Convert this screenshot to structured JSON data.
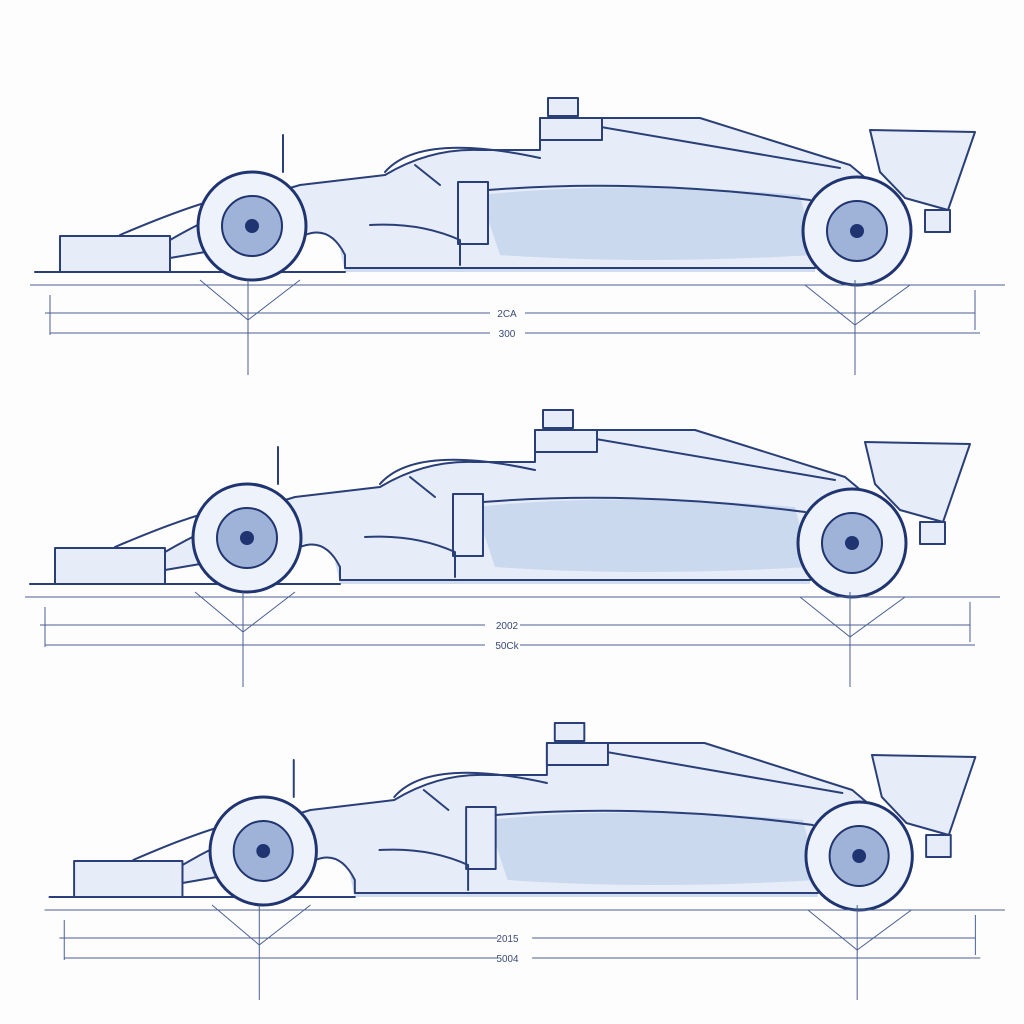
{
  "colors": {
    "ink": "#2a3f78",
    "fill": "#e6edf8",
    "shade": "#c4d3ec",
    "background": "#fdfdfd"
  },
  "drawings": [
    {
      "dimension_top": "2CA",
      "dimension_bottom": "300"
    },
    {
      "dimension_top": "2002",
      "dimension_bottom": "50Ck"
    },
    {
      "dimension_top": "2015",
      "dimension_bottom": "5004"
    }
  ]
}
